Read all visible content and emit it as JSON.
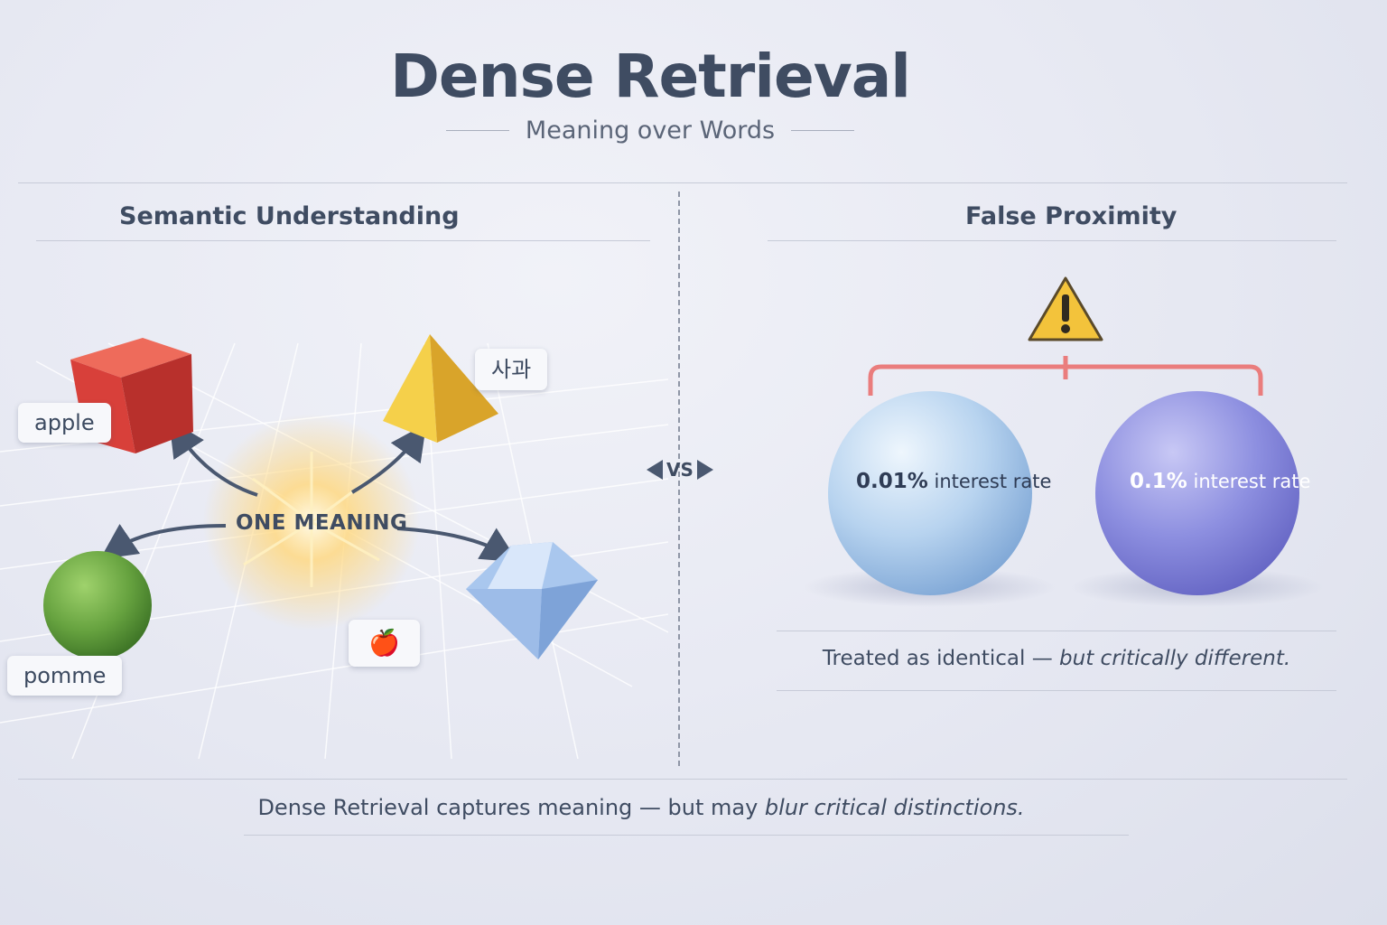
{
  "header": {
    "title": "Dense Retrieval",
    "subtitle": "Meaning over Words"
  },
  "left_panel": {
    "title": "Semantic Understanding",
    "center_label": "ONE MEANING",
    "labels": {
      "apple": "apple",
      "korean": "사과",
      "pomme": "pomme",
      "emoji": "🍎"
    }
  },
  "divider": {
    "vs_label": "VS"
  },
  "right_panel": {
    "title": "False Proximity",
    "sphere_left": {
      "value": "0.01%",
      "text": "interest rate"
    },
    "sphere_right": {
      "value": "0.1%",
      "text": "interest rate"
    },
    "caption_plain": "Treated as identical — ",
    "caption_italic": "but critically different."
  },
  "footer": {
    "plain": "Dense Retrieval captures meaning — but may ",
    "italic": "blur critical distinctions."
  },
  "colors": {
    "cube": "#d8403a",
    "pyramid": "#f0c33a",
    "sphere_green": "#6aa544",
    "diamond": "#9ebde6",
    "sphere_blue": "#bcd6ef",
    "sphere_purple": "#8e8ee0",
    "warning": "#f3c33b",
    "bracket": "#ea7d7d"
  }
}
